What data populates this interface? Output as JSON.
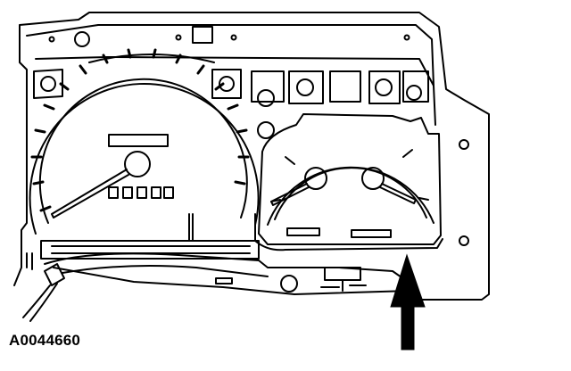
{
  "figure": {
    "id_label": "A0044660"
  },
  "colors": {
    "line": "#000000",
    "background": "#ffffff"
  },
  "parts": {
    "cluster_housing": "instrument-cluster-housing",
    "speedometer": "speedometer-gauge",
    "secondary_gauge": "dual-gauge-pod",
    "pointer": "location-arrow"
  }
}
